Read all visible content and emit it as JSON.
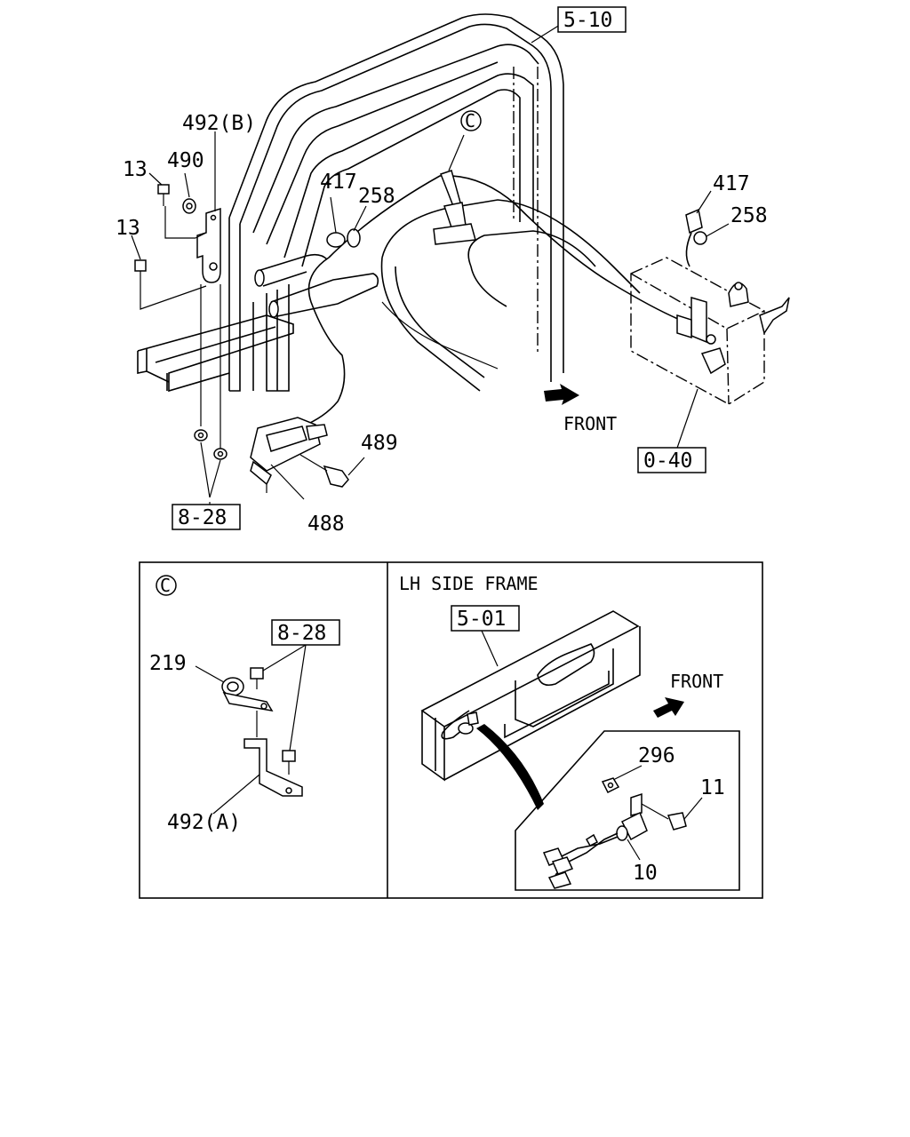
{
  "main_diagram": {
    "refs": {
      "ref_5_10": "5-10",
      "ref_0_40": "0-40",
      "ref_8_28": "8-28"
    },
    "parts": {
      "p492b": "492(B)",
      "p490": "490",
      "p13a": "13",
      "p13b": "13",
      "p417a": "417",
      "p258a": "258",
      "p417b": "417",
      "p258b": "258",
      "p489": "489",
      "p488": "488"
    },
    "callout_c": "C",
    "front": "FRONT"
  },
  "detail_c": {
    "marker": "C",
    "ref_8_28": "8-28",
    "p219": "219",
    "p492a": "492(A)"
  },
  "detail_frame": {
    "title": "LH SIDE FRAME",
    "ref_5_01": "5-01",
    "front": "FRONT",
    "p296": "296",
    "p11": "11",
    "p10": "10"
  }
}
